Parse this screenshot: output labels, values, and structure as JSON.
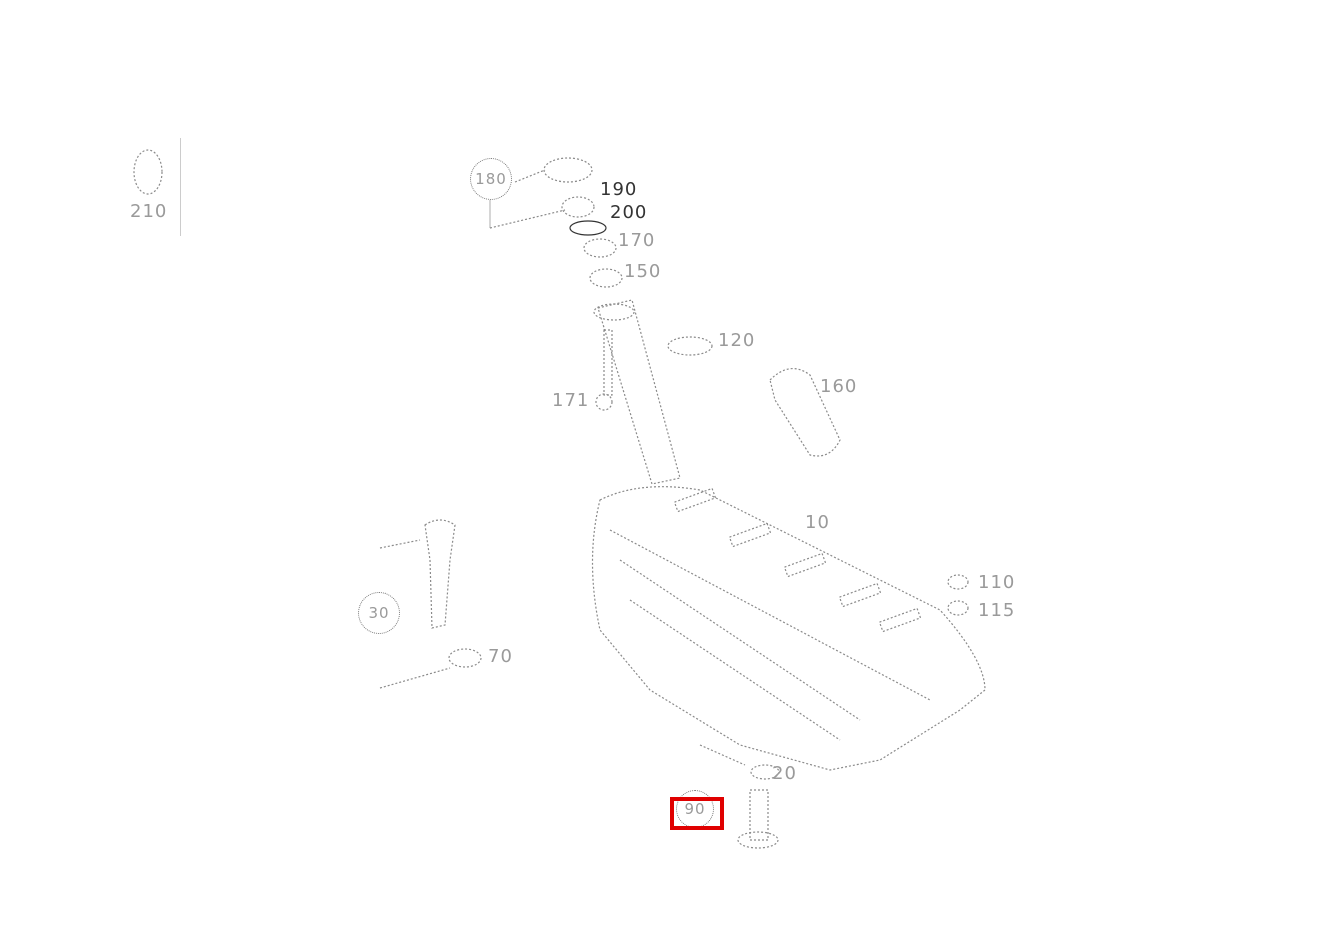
{
  "diagram": {
    "type": "exploded-parts-diagram",
    "subject": "fuel tank assembly",
    "legend_box": {
      "label": "210"
    },
    "highlight_color": "#e00000",
    "callouts": [
      {
        "id": "c180",
        "label": "180",
        "style": "circled"
      },
      {
        "id": "c190",
        "label": "190",
        "style": "plain"
      },
      {
        "id": "c200",
        "label": "200",
        "style": "plain"
      },
      {
        "id": "c170",
        "label": "170",
        "style": "plain"
      },
      {
        "id": "c150",
        "label": "150",
        "style": "plain"
      },
      {
        "id": "c120",
        "label": "120",
        "style": "plain"
      },
      {
        "id": "c171",
        "label": "171",
        "style": "plain"
      },
      {
        "id": "c160",
        "label": "160",
        "style": "plain"
      },
      {
        "id": "c10",
        "label": "10",
        "style": "plain"
      },
      {
        "id": "c110",
        "label": "110",
        "style": "plain"
      },
      {
        "id": "c115",
        "label": "115",
        "style": "plain"
      },
      {
        "id": "c30",
        "label": "30",
        "style": "circled"
      },
      {
        "id": "c70",
        "label": "70",
        "style": "plain"
      },
      {
        "id": "c90",
        "label": "90",
        "style": "circled-highlighted"
      },
      {
        "id": "c20",
        "label": "20",
        "style": "plain"
      }
    ]
  }
}
